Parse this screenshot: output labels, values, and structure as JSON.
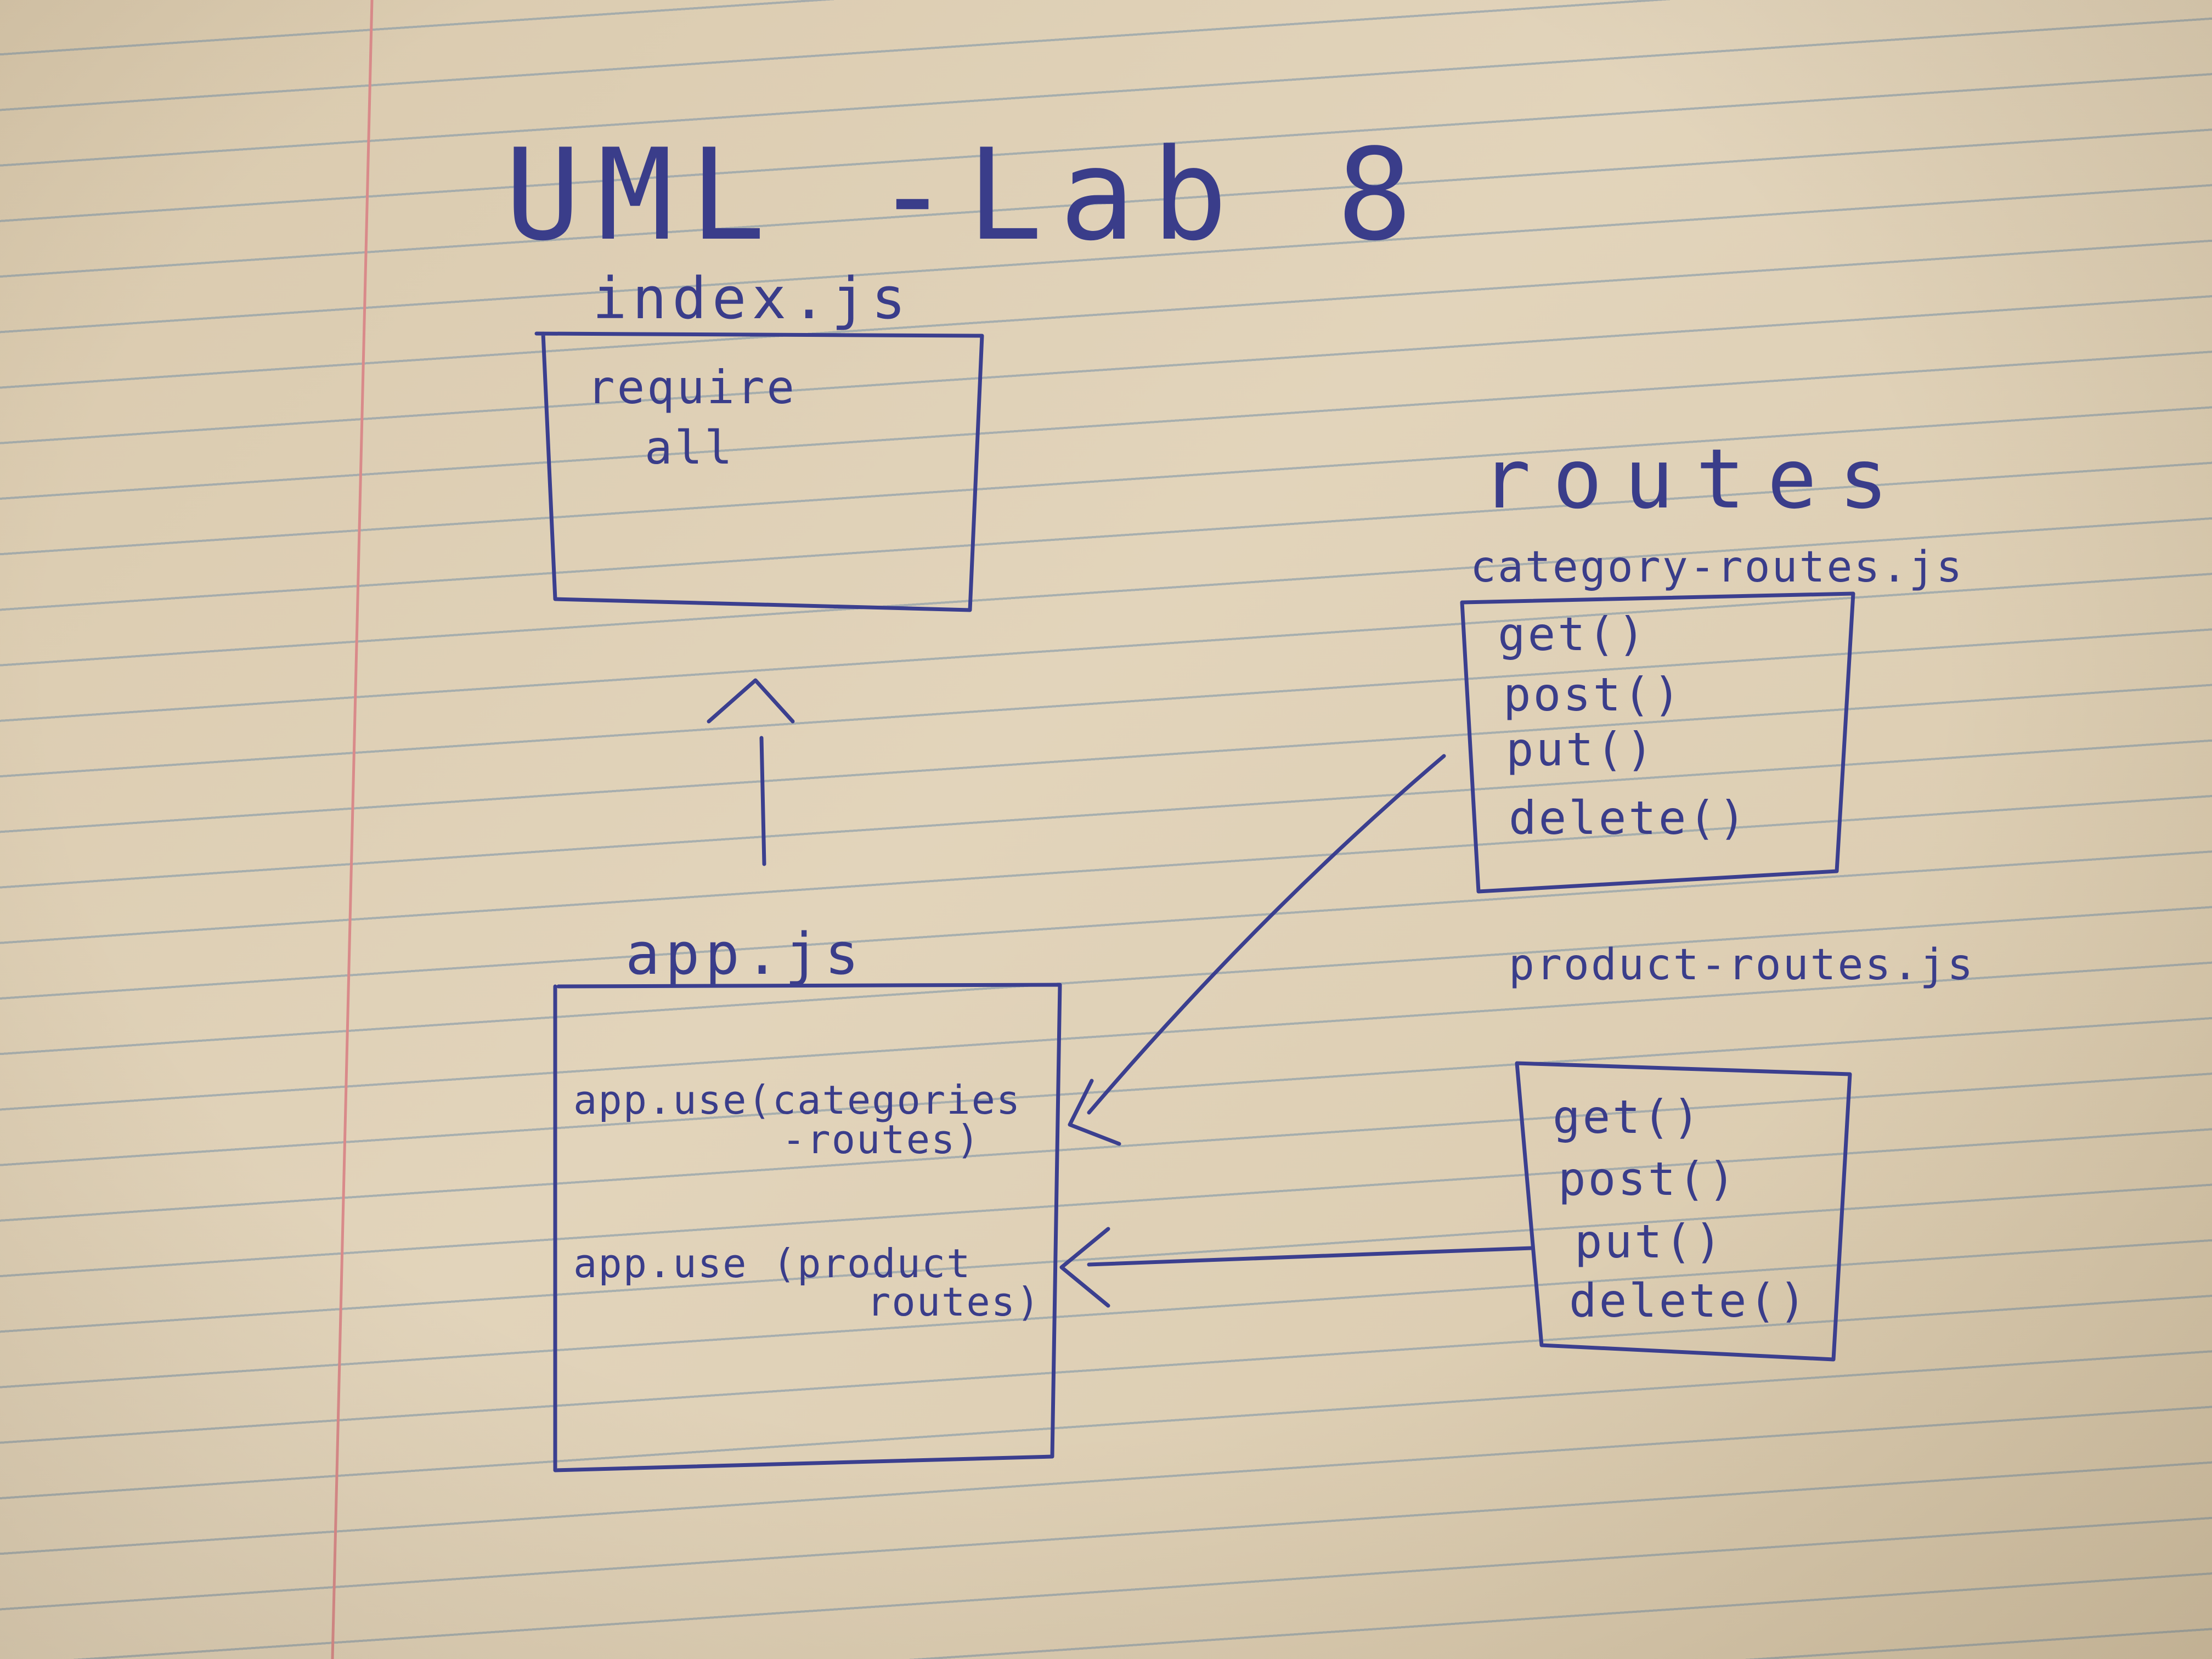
{
  "title": "UML -Lab 8",
  "index_box": {
    "filename": "index.js",
    "lines": [
      "require",
      "all"
    ]
  },
  "app_box": {
    "filename": "app.js",
    "line1a": "app.use(categories",
    "line1b": "-routes)",
    "line2a": "app.use (product",
    "line2b": "routes)"
  },
  "routes_heading": "routes",
  "category_box": {
    "filename": "category-routes.js",
    "methods": [
      "get()",
      "post()",
      "put()",
      "delete()"
    ]
  },
  "product_box": {
    "filename": "product-routes.js",
    "methods": [
      "get()",
      "post()",
      "put()",
      "delete()"
    ]
  },
  "colors": {
    "ink": "#3b3f8f",
    "paper": "#ddcdb2",
    "rule": "#7891a5",
    "margin": "#d98a8a"
  }
}
